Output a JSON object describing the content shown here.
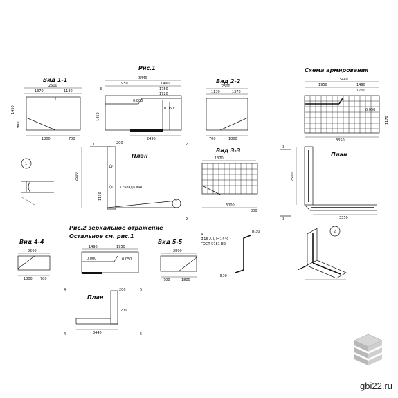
{
  "titles": {
    "fig1": "Рис.1",
    "view11": "Вид 1-1",
    "view22": "Вид 2-2",
    "scheme": "Схема армирования",
    "plan1": "План",
    "view33": "Вид 3-3",
    "plan2": "План",
    "fig2": "Рис.2 зеркальное отражение",
    "fig2_sub": "Остальное см. рис.1",
    "view44": "Вид 4-4",
    "view55": "Вид 5-5",
    "plan3": "План"
  },
  "dims": {
    "v11_total": "2600",
    "v11_a": "1370",
    "v11_b": "1130",
    "v11_h": "1450",
    "v11_h2": "900",
    "v11_c": "1800",
    "v11_d": "700",
    "fig1_total": "3440",
    "fig1_a": "1950",
    "fig1_b": "1490",
    "fig1_c": "1750",
    "fig1_d": "1720",
    "fig1_e": "0.000",
    "fig1_f": "0.050",
    "fig1_g": "2490",
    "v22_total": "2500",
    "v22_a": "1130",
    "v22_b": "1370",
    "v22_c": "700",
    "v22_d": "1800",
    "sch_total": "3440",
    "sch_a": "1950",
    "sch_b": "1490",
    "sch_c": "1700",
    "sch_d": "3350",
    "sch_e": "0.050",
    "sch_f": "1170",
    "plan1_h": "2500",
    "plan1_a": "1130",
    "plan1_b": "200",
    "plan1_hole": "3 гнезда Ф40",
    "v33_a": "1370",
    "v33_b": "3000",
    "v33_c": "300",
    "plan2_a": "2500",
    "plan2_b": "3350",
    "v44_a": "2500",
    "v44_b": "1800",
    "v44_c": "700",
    "fig2_a": "1490",
    "fig2_b": "1950",
    "fig2_c": "0.050",
    "fig2_d": "0.000",
    "v55_a": "2500",
    "v55_b": "700",
    "v55_c": "1800",
    "rebar_note_1": "Ф16 А-I, l=1440",
    "rebar_note_2": "ГОСТ 5781-82",
    "rebar_r": "R-30",
    "rebar_r2": "R30",
    "plan3_a": "3440",
    "plan3_b": "200",
    "plan3_c": "200",
    "circle1": "1",
    "circle2": "2",
    "marker3": "3",
    "marker4": "4",
    "marker5": "5",
    "marker1": "1",
    "marker2": "2"
  },
  "watermark": {
    "site": "gbi22.ru"
  }
}
